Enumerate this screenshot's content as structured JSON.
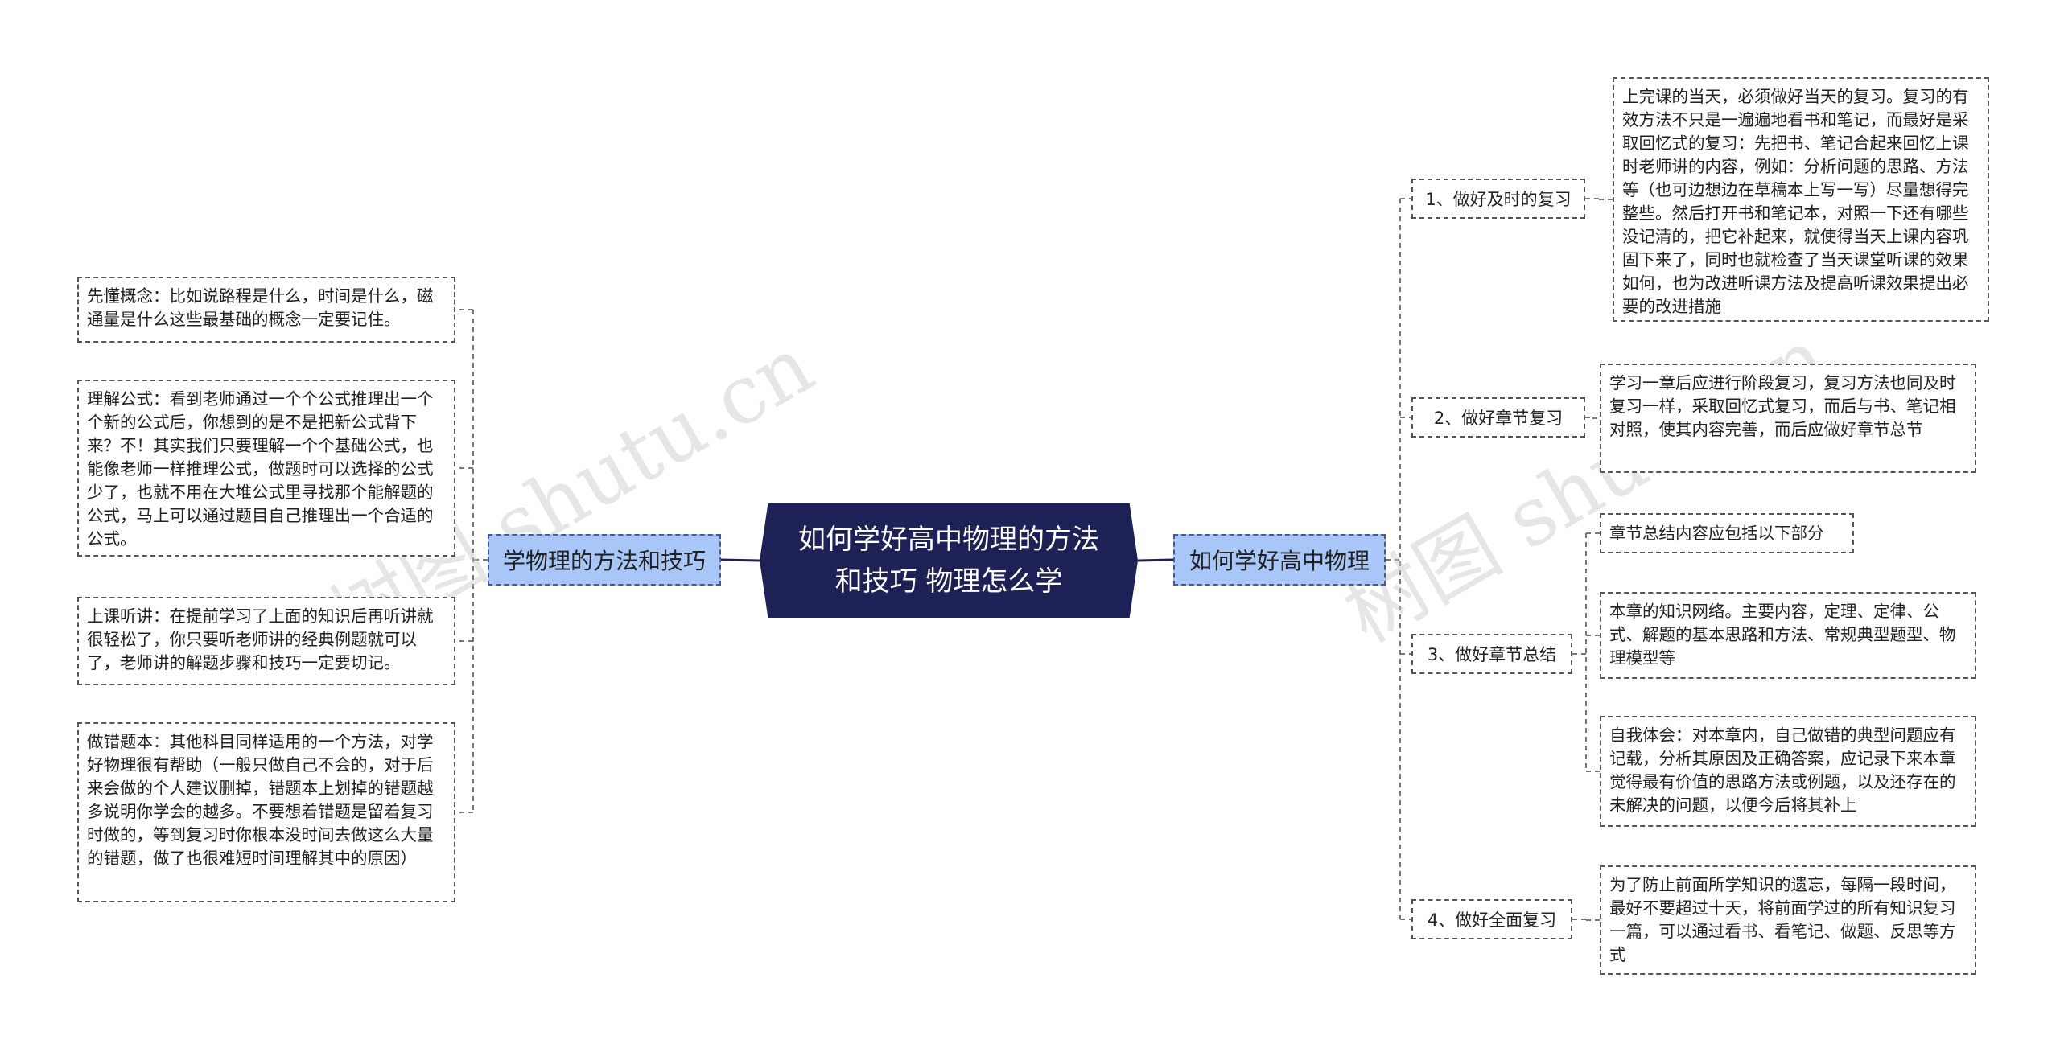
{
  "root": {
    "label": "如何学好高中物理的方法和技巧 物理怎么学"
  },
  "left": {
    "label": "学物理的方法和技巧",
    "items": [
      "先懂概念：比如说路程是什么，时间是什么，磁通量是什么这些最基础的概念一定要记住。",
      "理解公式：看到老师通过一个个公式推理出一个个新的公式后，你想到的是不是把新公式背下来？不！其实我们只要理解一个个基础公式，也能像老师一样推理公式，做题时可以选择的公式少了，也就不用在大堆公式里寻找那个能解题的公式，马上可以通过题目自己推理出一个合适的公式。",
      "上课听讲：在提前学习了上面的知识后再听讲就很轻松了，你只要听老师讲的经典例题就可以了，老师讲的解题步骤和技巧一定要切记。",
      "做错题本：其他科目同样适用的一个方法，对学好物理很有帮助（一般只做自己不会的，对于后来会做的个人建议删掉，错题本上划掉的错题越多说明你学会的越多。不要想着错题是留着复习时做的，等到复习时你根本没时间去做这么大量的错题，做了也很难短时间理解其中的原因）"
    ]
  },
  "right": {
    "label": "如何学好高中物理",
    "subs": [
      {
        "label": "1、做好及时的复习",
        "items": [
          "上完课的当天，必须做好当天的复习。复习的有效方法不只是一遍遍地看书和笔记，而最好是采取回忆式的复习：先把书、笔记合起来回忆上课时老师讲的内容，例如：分析问题的思路、方法等（也可边想边在草稿本上写一写）尽量想得完整些。然后打开书和笔记本，对照一下还有哪些没记清的，把它补起来，就使得当天上课内容巩固下来了，同时也就检查了当天课堂听课的效果如何，也为改进听课方法及提高听课效果提出必要的改进措施"
        ]
      },
      {
        "label": "2、做好章节复习",
        "items": [
          "学习一章后应进行阶段复习，复习方法也同及时复习一样，采取回忆式复习，而后与书、笔记相对照，使其内容完善，而后应做好章节总节"
        ]
      },
      {
        "label": "3、做好章节总结",
        "items": [
          "章节总结内容应包括以下部分",
          "本章的知识网络。主要内容，定理、定律、公式、解题的基本思路和方法、常规典型题型、物理模型等",
          "自我体会：对本章内，自己做错的典型问题应有记载，分析其原因及正确答案，应记录下来本章觉得最有价值的思路方法或例题，以及还存在的未解决的问题，以便今后将其补上"
        ]
      },
      {
        "label": "4、做好全面复习",
        "items": [
          "为了防止前面所学知识的遗忘，每隔一段时间，最好不要超过十天，将前面学过的所有知识复习一篇，可以通过看书、看笔记、做题、反思等方式"
        ]
      }
    ]
  },
  "watermarks": [
    "树图 shutu.cn",
    "树图 shutu.cn"
  ],
  "colors": {
    "root_bg": "#1d2155",
    "branch_bg": "#a8c6f8",
    "line": "#1d2155",
    "dashed_line": "#777777"
  }
}
